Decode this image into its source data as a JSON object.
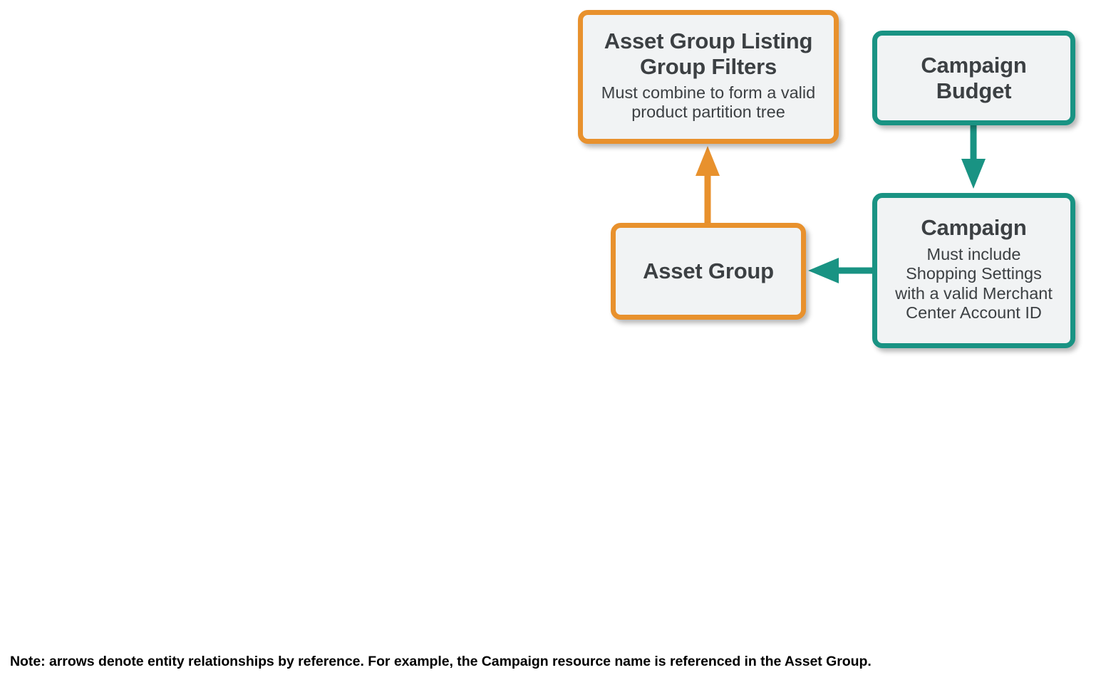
{
  "diagram": {
    "colors": {
      "orange": "#e8912d",
      "teal": "#199383",
      "node_fill": "#f1f3f4",
      "text": "#3c4043",
      "note_text": "#000000",
      "background": "#ffffff"
    },
    "nodes": [
      {
        "id": "asset-group-listing-group-filters",
        "title": "Asset Group Listing\nGroup Filters",
        "subtitle": "Must combine to form a valid\nproduct partition tree",
        "accent": "orange"
      },
      {
        "id": "campaign-budget",
        "title": "Campaign\nBudget",
        "subtitle": "",
        "accent": "teal"
      },
      {
        "id": "asset-group",
        "title": "Asset Group",
        "subtitle": "",
        "accent": "orange"
      },
      {
        "id": "campaign",
        "title": "Campaign",
        "subtitle": "Must include\nShopping Settings\nwith a valid Merchant\nCenter Account ID",
        "accent": "teal"
      }
    ],
    "edges": [
      {
        "id": "asset-group-to-listing-group-filters",
        "from": "asset-group",
        "to": "asset-group-listing-group-filters",
        "direction": "up",
        "color": "orange"
      },
      {
        "id": "campaign-budget-to-campaign",
        "from": "campaign-budget",
        "to": "campaign",
        "direction": "down",
        "color": "teal"
      },
      {
        "id": "campaign-to-asset-group",
        "from": "campaign",
        "to": "asset-group",
        "direction": "left",
        "color": "teal"
      }
    ],
    "note": "Note: arrows denote entity relationships by reference. For example, the Campaign resource name is referenced in the Asset Group."
  }
}
